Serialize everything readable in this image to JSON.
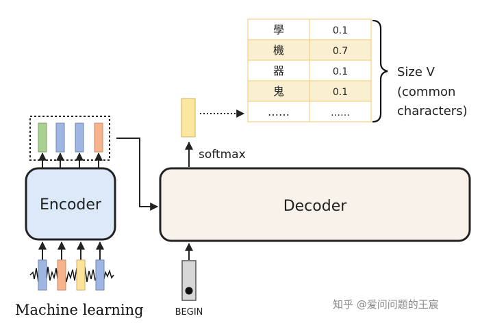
{
  "encoder": {
    "label": "Encoder"
  },
  "decoder": {
    "label": "Decoder"
  },
  "softmax_label": "softmax",
  "begin_label": "BEGIN",
  "input_caption": "Machine learning",
  "vocab_table": {
    "rows": [
      {
        "char": "學",
        "prob": "0.1"
      },
      {
        "char": "機",
        "prob": "0.7"
      },
      {
        "char": "器",
        "prob": "0.1"
      },
      {
        "char": "鬼",
        "prob": "0.1"
      },
      {
        "char": "……",
        "prob": "……"
      }
    ]
  },
  "size_note": {
    "line1": "Size V",
    "line2": "(common",
    "line3": "characters)"
  },
  "watermark": "知乎 @爱问问题的王宸",
  "colors": {
    "encoder_fill": "#dce9f8",
    "decoder_fill": "#f8f2ea",
    "table_alt_row": "#fbefd2",
    "table_border": "#f2c86a",
    "softmax_bar": "#fde6a0",
    "vec_green": "#a9d08e",
    "vec_blue": "#9fb6e3",
    "vec_orange": "#f6b48c",
    "vec_yellow": "#fde39a"
  }
}
